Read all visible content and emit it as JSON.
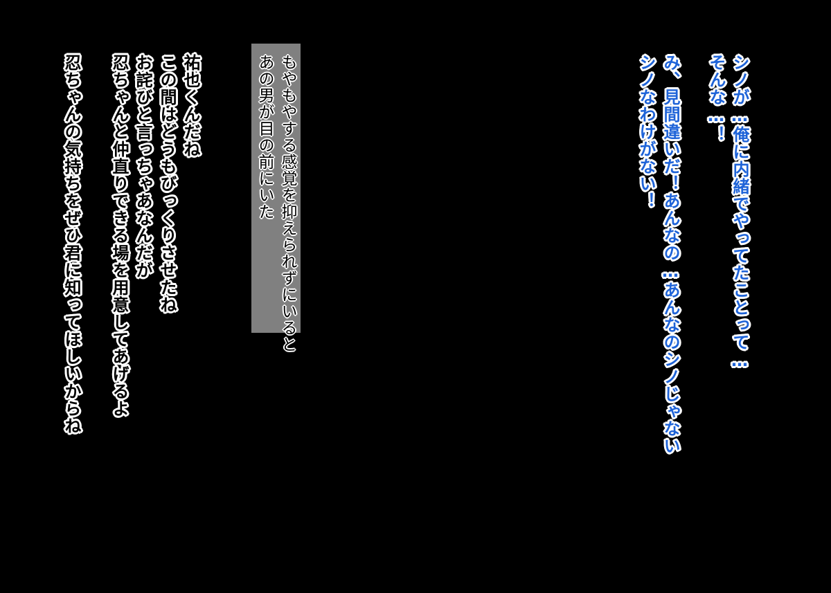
{
  "thoughts": {
    "lines": [
      "シノが…俺に内緒でやってたことって…",
      "そんな…！",
      "み、見間違いだ！あんなの…あんなのシノじゃない",
      "シノなわけがない！"
    ]
  },
  "narration": {
    "lines": [
      "もやもやする感覚を抑えられずにいると",
      "あの男が目の前にいた"
    ]
  },
  "dialogue": {
    "lines": [
      "祐也くんだね",
      "この間はどうもびっくりさせたね",
      "お詫びと言っちゃあなんだが",
      "忍ちゃんと仲直りできる場を用意してあげるよ",
      "忍ちゃんの気持ちをぜひ君に知ってほしいからね"
    ]
  },
  "colors": {
    "background": "#000000",
    "thought_text": "#1e63d8",
    "outline": "#ffffff",
    "narration_box": "#808080"
  }
}
